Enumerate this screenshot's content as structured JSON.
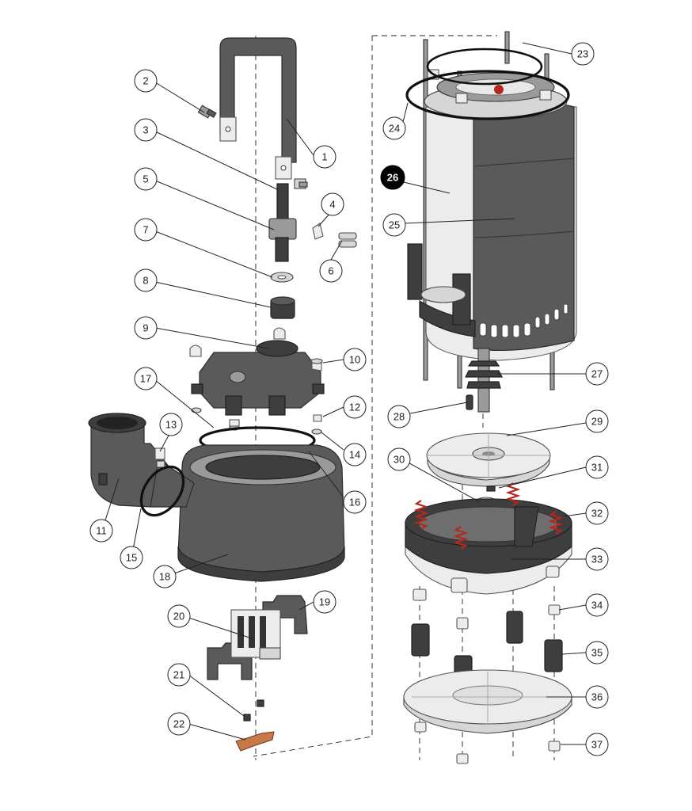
{
  "callouts": [
    {
      "id": "1",
      "label": "1",
      "highlight": false
    },
    {
      "id": "2",
      "label": "2",
      "highlight": false
    },
    {
      "id": "3",
      "label": "3",
      "highlight": false
    },
    {
      "id": "4",
      "label": "4",
      "highlight": false
    },
    {
      "id": "5",
      "label": "5",
      "highlight": false
    },
    {
      "id": "6",
      "label": "6",
      "highlight": false
    },
    {
      "id": "7",
      "label": "7",
      "highlight": false
    },
    {
      "id": "8",
      "label": "8",
      "highlight": false
    },
    {
      "id": "9",
      "label": "9",
      "highlight": false
    },
    {
      "id": "10",
      "label": "10",
      "highlight": false
    },
    {
      "id": "11",
      "label": "11",
      "highlight": false
    },
    {
      "id": "12",
      "label": "12",
      "highlight": false
    },
    {
      "id": "13",
      "label": "13",
      "highlight": false
    },
    {
      "id": "14",
      "label": "14",
      "highlight": false
    },
    {
      "id": "15",
      "label": "15",
      "highlight": false
    },
    {
      "id": "16",
      "label": "16",
      "highlight": false
    },
    {
      "id": "17",
      "label": "17",
      "highlight": false
    },
    {
      "id": "18",
      "label": "18",
      "highlight": false
    },
    {
      "id": "19",
      "label": "19",
      "highlight": false
    },
    {
      "id": "20",
      "label": "20",
      "highlight": false
    },
    {
      "id": "21",
      "label": "21",
      "highlight": false
    },
    {
      "id": "22",
      "label": "22",
      "highlight": false
    },
    {
      "id": "23",
      "label": "23",
      "highlight": false
    },
    {
      "id": "24",
      "label": "24",
      "highlight": false
    },
    {
      "id": "25",
      "label": "25",
      "highlight": false
    },
    {
      "id": "26",
      "label": "26",
      "highlight": true
    },
    {
      "id": "27",
      "label": "27",
      "highlight": false
    },
    {
      "id": "28",
      "label": "28",
      "highlight": false
    },
    {
      "id": "29",
      "label": "29",
      "highlight": false
    },
    {
      "id": "30",
      "label": "30",
      "highlight": false
    },
    {
      "id": "31",
      "label": "31",
      "highlight": false
    },
    {
      "id": "32",
      "label": "32",
      "highlight": false
    },
    {
      "id": "33",
      "label": "33",
      "highlight": false
    },
    {
      "id": "34",
      "label": "34",
      "highlight": false
    },
    {
      "id": "35",
      "label": "35",
      "highlight": false
    },
    {
      "id": "36",
      "label": "36",
      "highlight": false
    },
    {
      "id": "37",
      "label": "37",
      "highlight": false
    }
  ],
  "colors": {
    "housing": "#5a5a5a",
    "highlight_callout": "#000000",
    "spring": "#b3281e",
    "bracket": "#c8794a"
  }
}
